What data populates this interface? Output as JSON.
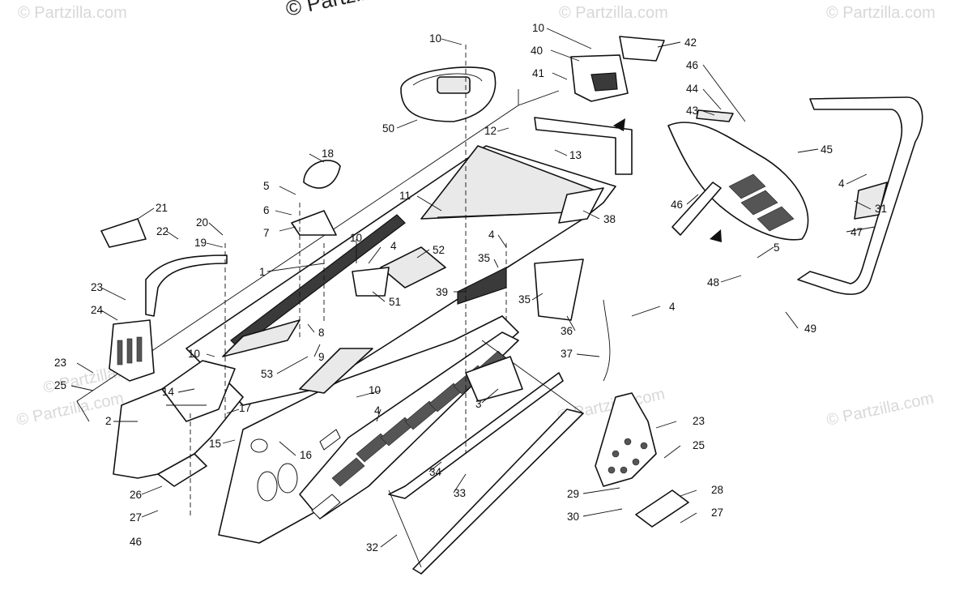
{
  "watermarks": {
    "top_left": "© Partzilla.com",
    "top_center": "© Partzilla.com",
    "top_right_a": "© Partzilla.com",
    "top_right_b": "© Partzilla.com",
    "mid_left": "© Partzilla.com",
    "mid_center": "© Partzilla.com",
    "mid_right": "© Partzilla.com",
    "bottom_left": "© Partzilla.com"
  },
  "callouts": {
    "c1": "1",
    "c2": "2",
    "c3": "3",
    "c4a": "4",
    "c4b": "4",
    "c4c": "4",
    "c4d": "4",
    "c4e": "4",
    "c5a": "5",
    "c5b": "5",
    "c6": "6",
    "c7": "7",
    "c8": "8",
    "c9": "9",
    "c10a": "10",
    "c10b": "10",
    "c10c": "10",
    "c10d": "10",
    "c10e": "10",
    "c11": "11",
    "c12": "12",
    "c13": "13",
    "c14": "14",
    "c15": "15",
    "c16": "16",
    "c17": "17",
    "c18": "18",
    "c19": "19",
    "c20": "20",
    "c21": "21",
    "c22": "22",
    "c23a": "23",
    "c23b": "23",
    "c23c": "23",
    "c24": "24",
    "c25a": "25",
    "c25b": "25",
    "c26": "26",
    "c27a": "27",
    "c27b": "27",
    "c28": "28",
    "c29": "29",
    "c30": "30",
    "c31": "31",
    "c32": "32",
    "c33": "33",
    "c34": "34",
    "c35a": "35",
    "c35b": "35",
    "c36": "36",
    "c37": "37",
    "c38": "38",
    "c39": "39",
    "c40": "40",
    "c41": "41",
    "c42": "42",
    "c43": "43",
    "c44": "44",
    "c45": "45",
    "c46a": "46",
    "c46b": "46",
    "c46c": "46",
    "c47": "47",
    "c48": "48",
    "c49": "49",
    "c50": "50",
    "c51": "51",
    "c52": "52",
    "c53": "53"
  }
}
